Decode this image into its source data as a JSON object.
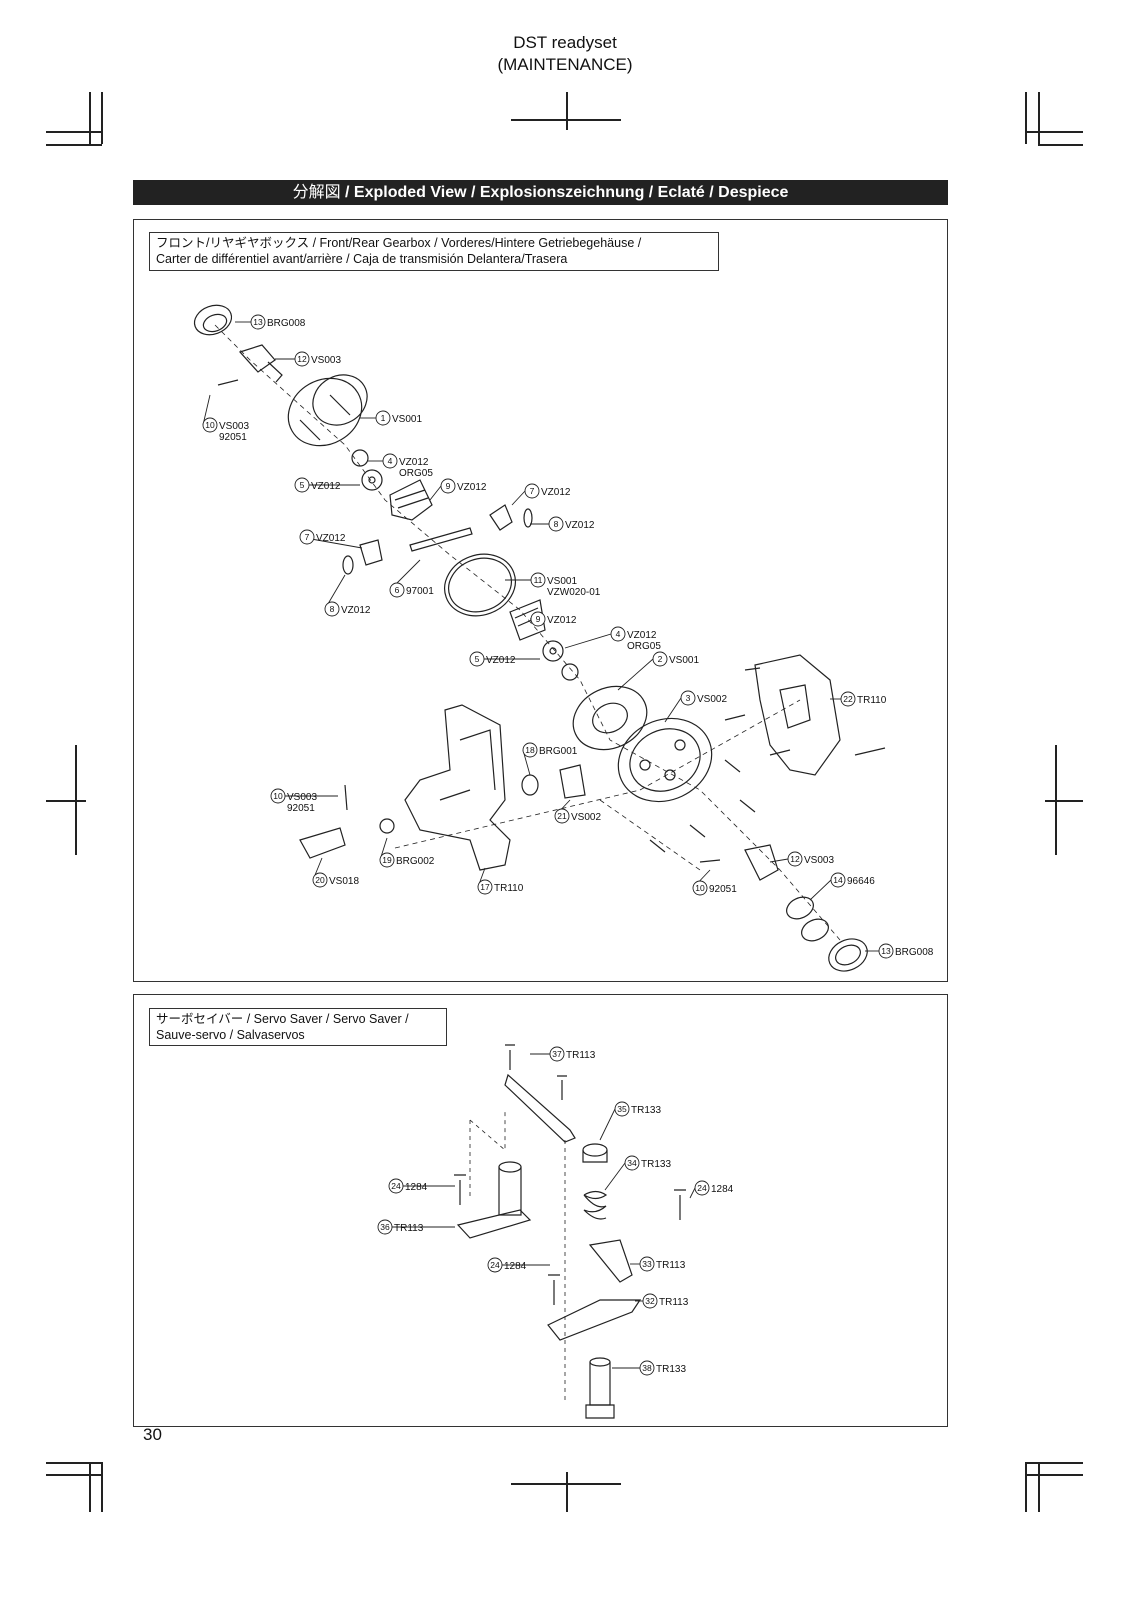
{
  "header": {
    "title": "DST readyset",
    "subtitle": "(MAINTENANCE)"
  },
  "section_banner": {
    "jp": "分解図",
    "text": " / Exploded View / Explosionszeichnung / Eclaté / Despiece"
  },
  "gearbox_panel": {
    "caption_line1": "フロント/リヤギヤボックス /   Front/Rear Gearbox / Vorderes/Hintere Getriebegehäuse /",
    "caption_line2": "Carter de différentiel avant/arrière / Caja de transmisión Delantera/Trasera",
    "callouts": [
      {
        "num": "13",
        "code": "BRG008"
      },
      {
        "num": "12",
        "code": "VS003"
      },
      {
        "num": "10",
        "code": "VS003",
        "code2": "92051"
      },
      {
        "num": "1",
        "code": "VS001"
      },
      {
        "num": "4",
        "code": "VZ012",
        "code2": "ORG05"
      },
      {
        "num": "5",
        "code": "VZ012"
      },
      {
        "num": "9",
        "code": "VZ012"
      },
      {
        "num": "7",
        "code": "VZ012"
      },
      {
        "num": "8",
        "code": "VZ012"
      },
      {
        "num": "7",
        "code": "VZ012"
      },
      {
        "num": "6",
        "code": "97001"
      },
      {
        "num": "11",
        "code": "VS001",
        "code2": "VZW020-01"
      },
      {
        "num": "8",
        "code": "VZ012"
      },
      {
        "num": "9",
        "code": "VZ012"
      },
      {
        "num": "4",
        "code": "VZ012",
        "code2": "ORG05"
      },
      {
        "num": "5",
        "code": "VZ012"
      },
      {
        "num": "2",
        "code": "VS001"
      },
      {
        "num": "3",
        "code": "VS002"
      },
      {
        "num": "22",
        "code": "TR110"
      },
      {
        "num": "18",
        "code": "BRG001"
      },
      {
        "num": "10",
        "code": "VS003",
        "code2": "92051"
      },
      {
        "num": "21",
        "code": "VS002"
      },
      {
        "num": "19",
        "code": "BRG002"
      },
      {
        "num": "20",
        "code": "VS018"
      },
      {
        "num": "17",
        "code": "TR110"
      },
      {
        "num": "12",
        "code": "VS003"
      },
      {
        "num": "10",
        "code": "92051"
      },
      {
        "num": "14",
        "code": "96646"
      },
      {
        "num": "13",
        "code": "BRG008"
      }
    ]
  },
  "servo_panel": {
    "caption_line1": "サーボセイバー / Servo Saver / Servo Saver /",
    "caption_line2": "Sauve-servo / Salvaservos",
    "callouts": [
      {
        "num": "37",
        "code": "TR113"
      },
      {
        "num": "35",
        "code": "TR133"
      },
      {
        "num": "34",
        "code": "TR133"
      },
      {
        "num": "24",
        "code": "1284"
      },
      {
        "num": "24",
        "code": "1284"
      },
      {
        "num": "36",
        "code": "TR113"
      },
      {
        "num": "24",
        "code": "1284"
      },
      {
        "num": "33",
        "code": "TR113"
      },
      {
        "num": "32",
        "code": "TR113"
      },
      {
        "num": "38",
        "code": "TR133"
      }
    ]
  },
  "page_number": "30"
}
